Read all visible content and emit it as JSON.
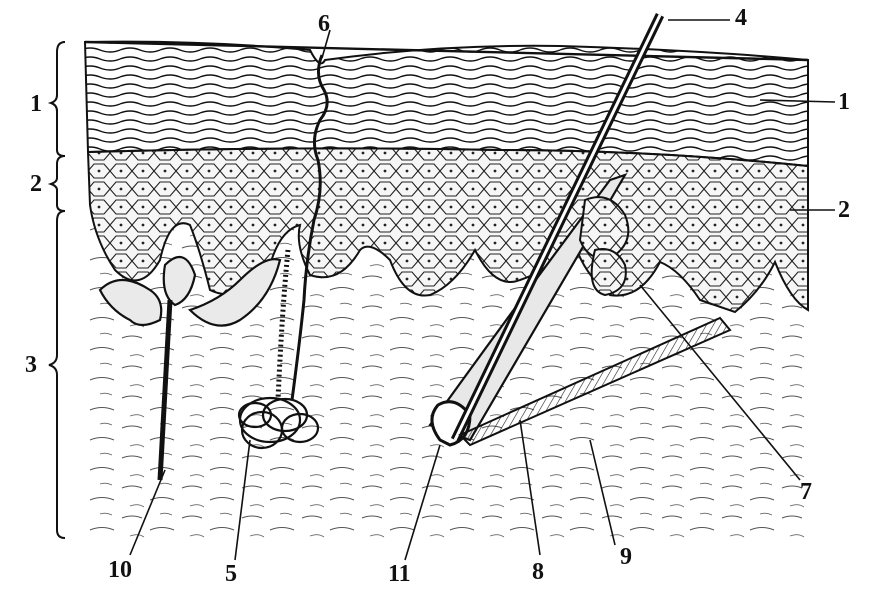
{
  "labels": {
    "l1_left": "1",
    "l2_left": "2",
    "l3_left": "3",
    "l1_right": "1",
    "l2_right": "2",
    "l4": "4",
    "l5": "5",
    "l6": "6",
    "l7": "7",
    "l8": "8",
    "l9": "9",
    "l10": "10",
    "l11": "11"
  },
  "colors": {
    "ink": "#111111",
    "paper": "#ffffff",
    "cell_fill": "#f4f4f4"
  }
}
